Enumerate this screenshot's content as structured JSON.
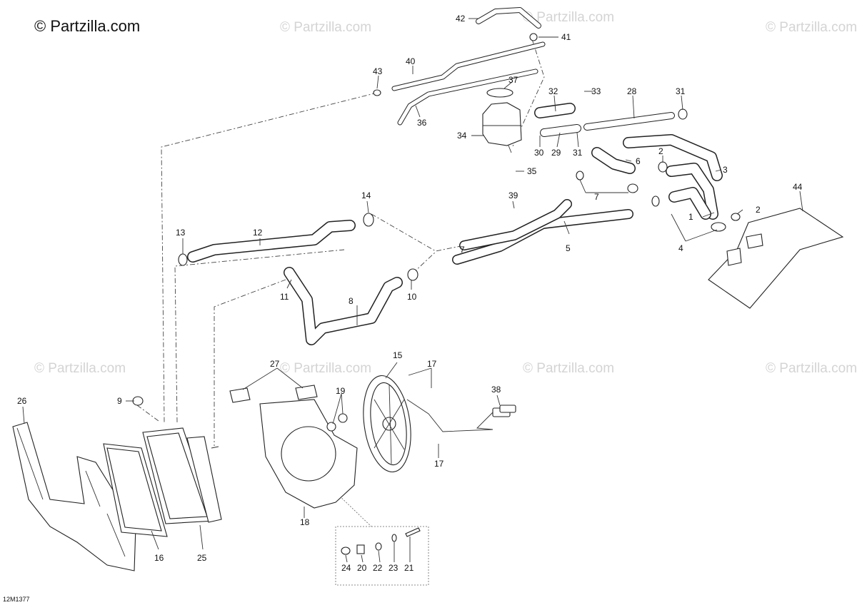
{
  "watermark": {
    "main": "© Partzilla.com",
    "repeat": "© Partzilla.com"
  },
  "diagram_code": "12M1377",
  "callouts": [
    "1",
    "2",
    "2",
    "3",
    "4",
    "5",
    "6",
    "7",
    "7",
    "8",
    "9",
    "10",
    "11",
    "12",
    "13",
    "14",
    "15",
    "16",
    "17",
    "17",
    "18",
    "19",
    "20",
    "21",
    "22",
    "23",
    "24",
    "25",
    "26",
    "27",
    "28",
    "29",
    "30",
    "31",
    "31",
    "32",
    "33",
    "34",
    "35",
    "36",
    "37",
    "38",
    "39",
    "40",
    "41",
    "42",
    "43",
    "44"
  ],
  "icons": {
    "radiator": "radiator-icon",
    "fan": "cooling-fan-icon",
    "reservoir": "coolant-reservoir-icon",
    "hose": "hose-icon",
    "clamp": "hose-clamp-icon",
    "shroud": "fan-shroud-icon",
    "connector": "electrical-connector-icon"
  }
}
